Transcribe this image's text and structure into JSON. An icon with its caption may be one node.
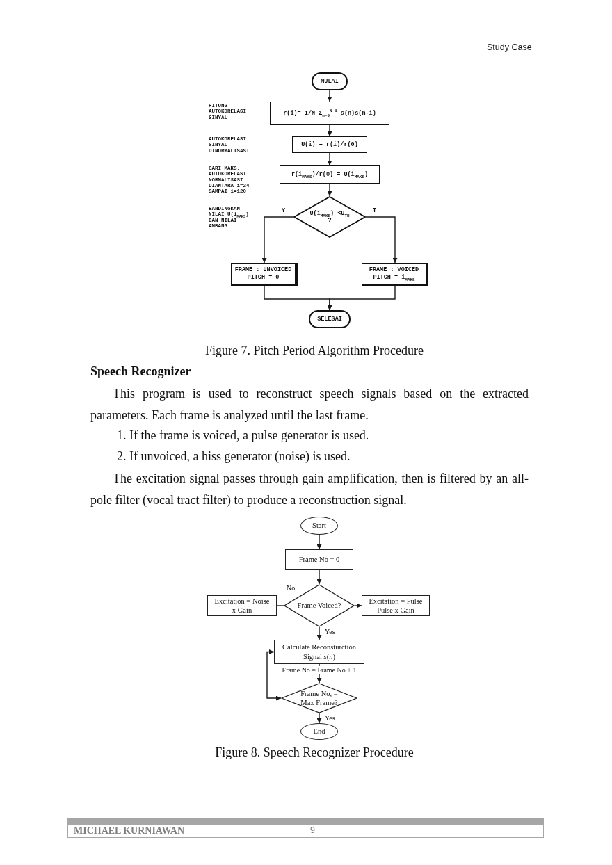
{
  "diagram": {
    "nodes": [
      {
        "text": [
          "MULAI"
        ]
      },
      {
        "text": [
          "r(i)= 1/N Σ$_{n=0}$$^{N-1}$ s(n)s(n-i)"
        ]
      },
      {
        "text": [
          "U(i) = r(i)/r(0)"
        ]
      },
      {
        "text": [
          "r(i$_{MAKS}$)/r(0) = U(i$_{MAKS}$)"
        ]
      },
      {
        "text": [
          "U(i$_{MAKS}$) <U$_{TH}$ ?"
        ]
      },
      {
        "text": [
          "FRAME : UNVOICED PITCH = 0"
        ]
      },
      {
        "text": [
          "FRAME : VOICED PITCH = i$_{MAKS}$"
        ]
      },
      {
        "text": [
          "SELESAI"
        ]
      },
      {
        "text": [
          "Start"
        ]
      },
      {
        "text": [
          "Frame No = 0"
        ]
      },
      {
        "text": [
          "Frame Voiced?"
        ]
      },
      {
        "text": [
          "Excitation = Noise x Gain"
        ]
      },
      {
        "text": [
          "Excitation = Pulse Pulse x Gain"
        ]
      },
      {
        "text": [
          "Calculate Reconsturction Signal *s*(*n*)"
        ]
      },
      {
        "text": [
          "Frame No, = Max Frame?"
        ]
      },
      {
        "text": [
          "End"
        ]
      }
    ],
    "edges": [
      {
        "from": 0,
        "to": 1,
        "arrow": "to"
      },
      {
        "from": 1,
        "to": 2,
        "arrow": "to"
      },
      {
        "from": 2,
        "to": 3,
        "arrow": "to"
      },
      {
        "from": 3,
        "to": 4,
        "arrow": "to"
      },
      {
        "from": 4,
        "to": 5,
        "arrow": "to",
        "label": "Y"
      },
      {
        "from": 4,
        "to": 6,
        "arrow": "to",
        "label": "T"
      },
      {
        "from": 5,
        "to": 7,
        "arrow": "to"
      },
      {
        "from": 6,
        "to": 7,
        "arrow": "to"
      },
      {
        "from": 8,
        "to": 9,
        "arrow": "to"
      },
      {
        "from": 9,
        "to": 10,
        "arrow": "to"
      },
      {
        "from": 10,
        "to": 11,
        "arrow": "none",
        "label": "No"
      },
      {
        "from": 10,
        "to": 12,
        "arrow": "to"
      },
      {
        "from": 10,
        "to": 13,
        "arrow": "to",
        "label": "Yes"
      },
      {
        "from": 13,
        "to": 14,
        "arrow": "to",
        "label": "Frame No = Frame No + 1"
      },
      {
        "from": 14,
        "to": 13,
        "arrow": "both"
      },
      {
        "from": 14,
        "to": 15,
        "arrow": "to",
        "label": "Yes"
      }
    ],
    "labels": [
      "Study Case",
      "HITUNG AUTOKORELASI SINYAL",
      "AUTOKORELASI SINYAL DINORMALISASI",
      "CARI MAKS. AUTOKORELASI NORMALISASI DIANTARA i=24 SAMPAI i=120",
      "BANDINGKAN NILAI U(i$_{MAKS}$) DAN NILAI AMBANG",
      "Figure 7. Pitch Period Algorithm Procedure",
      "Speech Recognizer",
      "This program is used to reconstruct speech signals based on the extracted parameters. Each frame is analyzed until the last frame.",
      "1. If the frame is voiced, a pulse generator is used.",
      "2. If unvoiced, a hiss generator (noise) is used.",
      "The excitation signal passes through gain amplification, then is filtered by an all-pole filter (vocal tract filter) to produce a reconstruction signal.",
      "Figure 8. Speech Recognizer Procedure",
      "MICHAEL KURNIAWAN",
      "9"
    ]
  }
}
